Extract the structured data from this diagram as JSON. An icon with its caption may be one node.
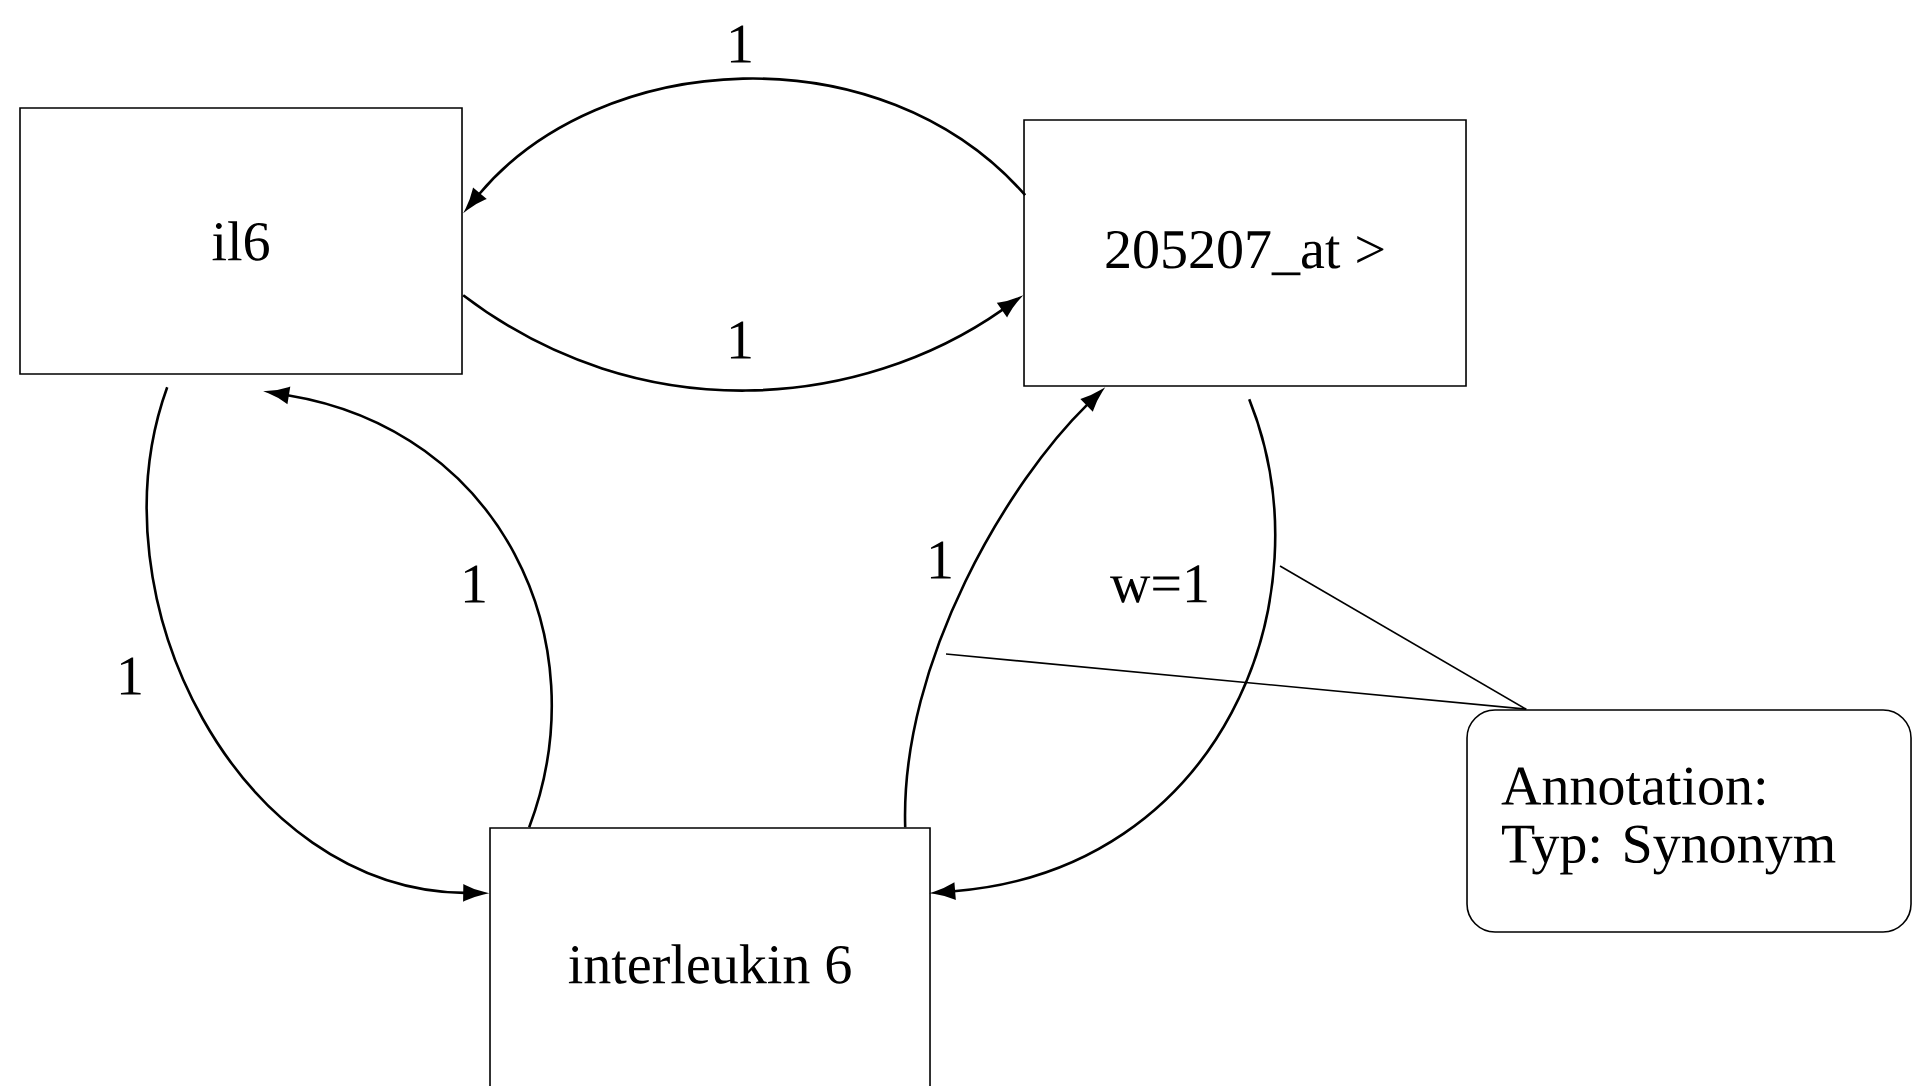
{
  "diagram": {
    "nodes": [
      {
        "text": [
          "il6"
        ]
      },
      {
        "text": [
          "205207_at >"
        ]
      },
      {
        "text": [
          "interleukin 6"
        ]
      },
      {
        "text": [
          "Annotation: Typ: Synonym"
        ]
      }
    ],
    "edges": [
      {
        "from": 1,
        "to": 0,
        "arrow": "to",
        "label": "1"
      },
      {
        "from": 0,
        "to": 1,
        "arrow": "to",
        "label": "1"
      },
      {
        "from": 2,
        "to": 0,
        "arrow": "to",
        "label": "1"
      },
      {
        "from": 0,
        "to": 2,
        "arrow": "to",
        "label": "1"
      },
      {
        "from": 2,
        "to": 1,
        "arrow": "to",
        "label": "1"
      },
      {
        "from": 1,
        "to": 2,
        "arrow": "to",
        "label": "w=1"
      },
      {
        "from": 3,
        "to": null,
        "arrow": "none"
      },
      {
        "from": 3,
        "to": null,
        "arrow": "none"
      }
    ]
  }
}
